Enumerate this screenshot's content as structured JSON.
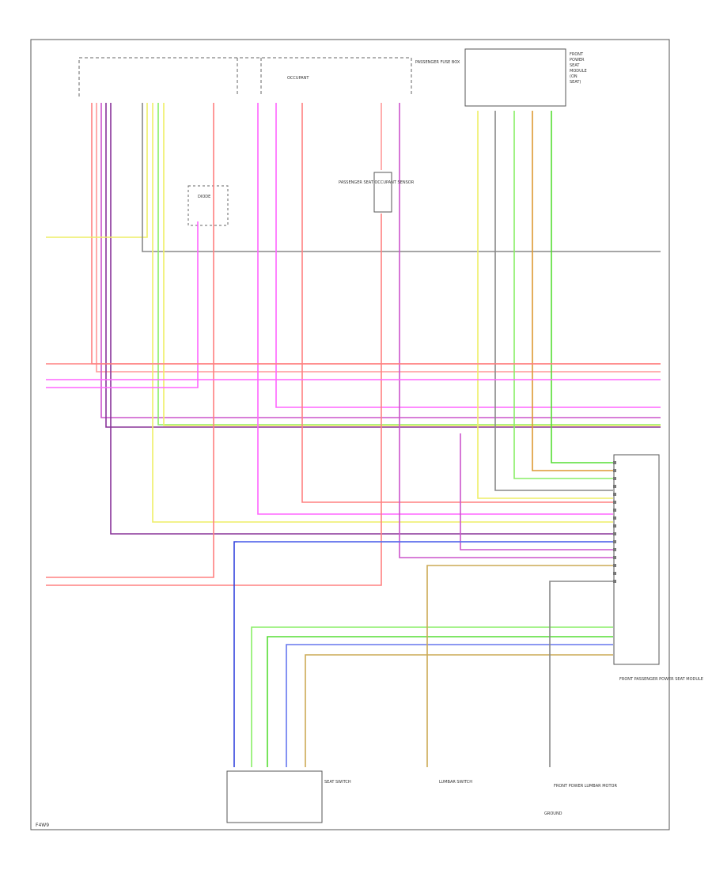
{
  "diagram": {
    "footer_id": "F4W9",
    "labels": {
      "passenger_fuse_panel": "PASSENGER FUSE BOX",
      "relay_module": "FRONT POWER SEAT MODULE",
      "spring_cover": "OCCUPANT",
      "center_label": "DIODE",
      "occupant_sensor": "PASSENGER SEAT OCCUPANT SENSOR",
      "lumbar_switch": "LUMBAR SWITCH",
      "seat_module": "FRONT PASSENGER POWER SEAT MODULE",
      "lumbar_motor": "FRONT POWER LUMBAR MOTOR",
      "recline_switch": "SEAT SWITCH",
      "bottom_ground": "GROUND"
    }
  },
  "colors": {
    "red": "#ff8080",
    "pink": "#ff9999",
    "magenta": "#ff66ff",
    "violet": "#cc55cc",
    "purple": "#883399",
    "yellow": "#eeee66",
    "ltgreen": "#88ee66",
    "green": "#55dd33",
    "blue": "#3344dd",
    "bluegray": "#6677ee",
    "tan": "#ccaa55",
    "olive": "#99bb33",
    "gray": "#888888",
    "orange": "#dd9933",
    "black": "#444444"
  }
}
